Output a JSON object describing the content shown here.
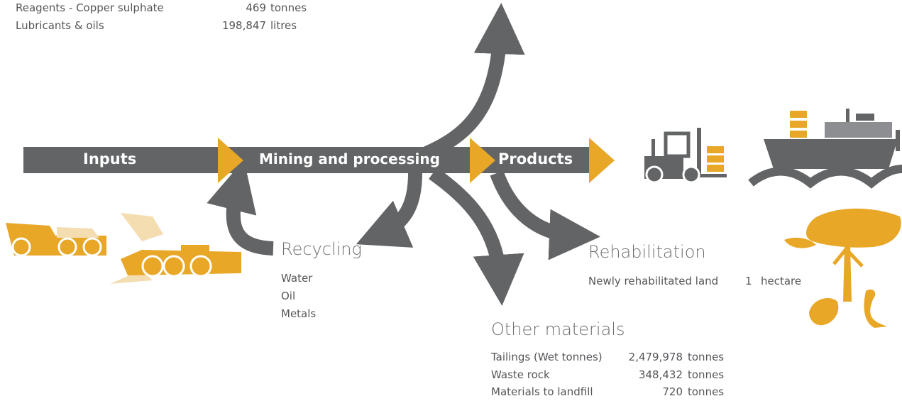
{
  "inputs_list": {
    "rows": [
      {
        "label": "Reagents - Copper sulphate",
        "value": "469",
        "unit": "tonnes"
      },
      {
        "label": "Lubricants & oils",
        "value": "198,847",
        "unit": "litres"
      }
    ]
  },
  "stages": {
    "inputs": "Inputs",
    "mining": "Mining and processing",
    "products": "Products"
  },
  "recycling": {
    "title": "Recycling",
    "items": [
      "Water",
      "Oil",
      "Metals"
    ]
  },
  "rehabilitation": {
    "title": "Rehabilitation",
    "label": "Newly rehabilitated land",
    "value": "1",
    "unit": "hectare"
  },
  "other_materials": {
    "title": "Other materials",
    "rows": [
      {
        "label": "Tailings (Wet tonnes)",
        "value": "2,479,978",
        "unit": "tonnes"
      },
      {
        "label": "Waste rock",
        "value": "348,432",
        "unit": "tonnes"
      },
      {
        "label": "Materials to landfill",
        "value": "720",
        "unit": "tonnes"
      }
    ]
  },
  "colors": {
    "arrow_grey": "#636466",
    "accent_gold": "#e8a726",
    "light_gold": "#f3ddb1",
    "text": "#55565a"
  },
  "icons": [
    "haul-truck-icon",
    "loader-icon",
    "forklift-icon",
    "ship-icon",
    "acacia-tree-icon",
    "animals-icon"
  ]
}
